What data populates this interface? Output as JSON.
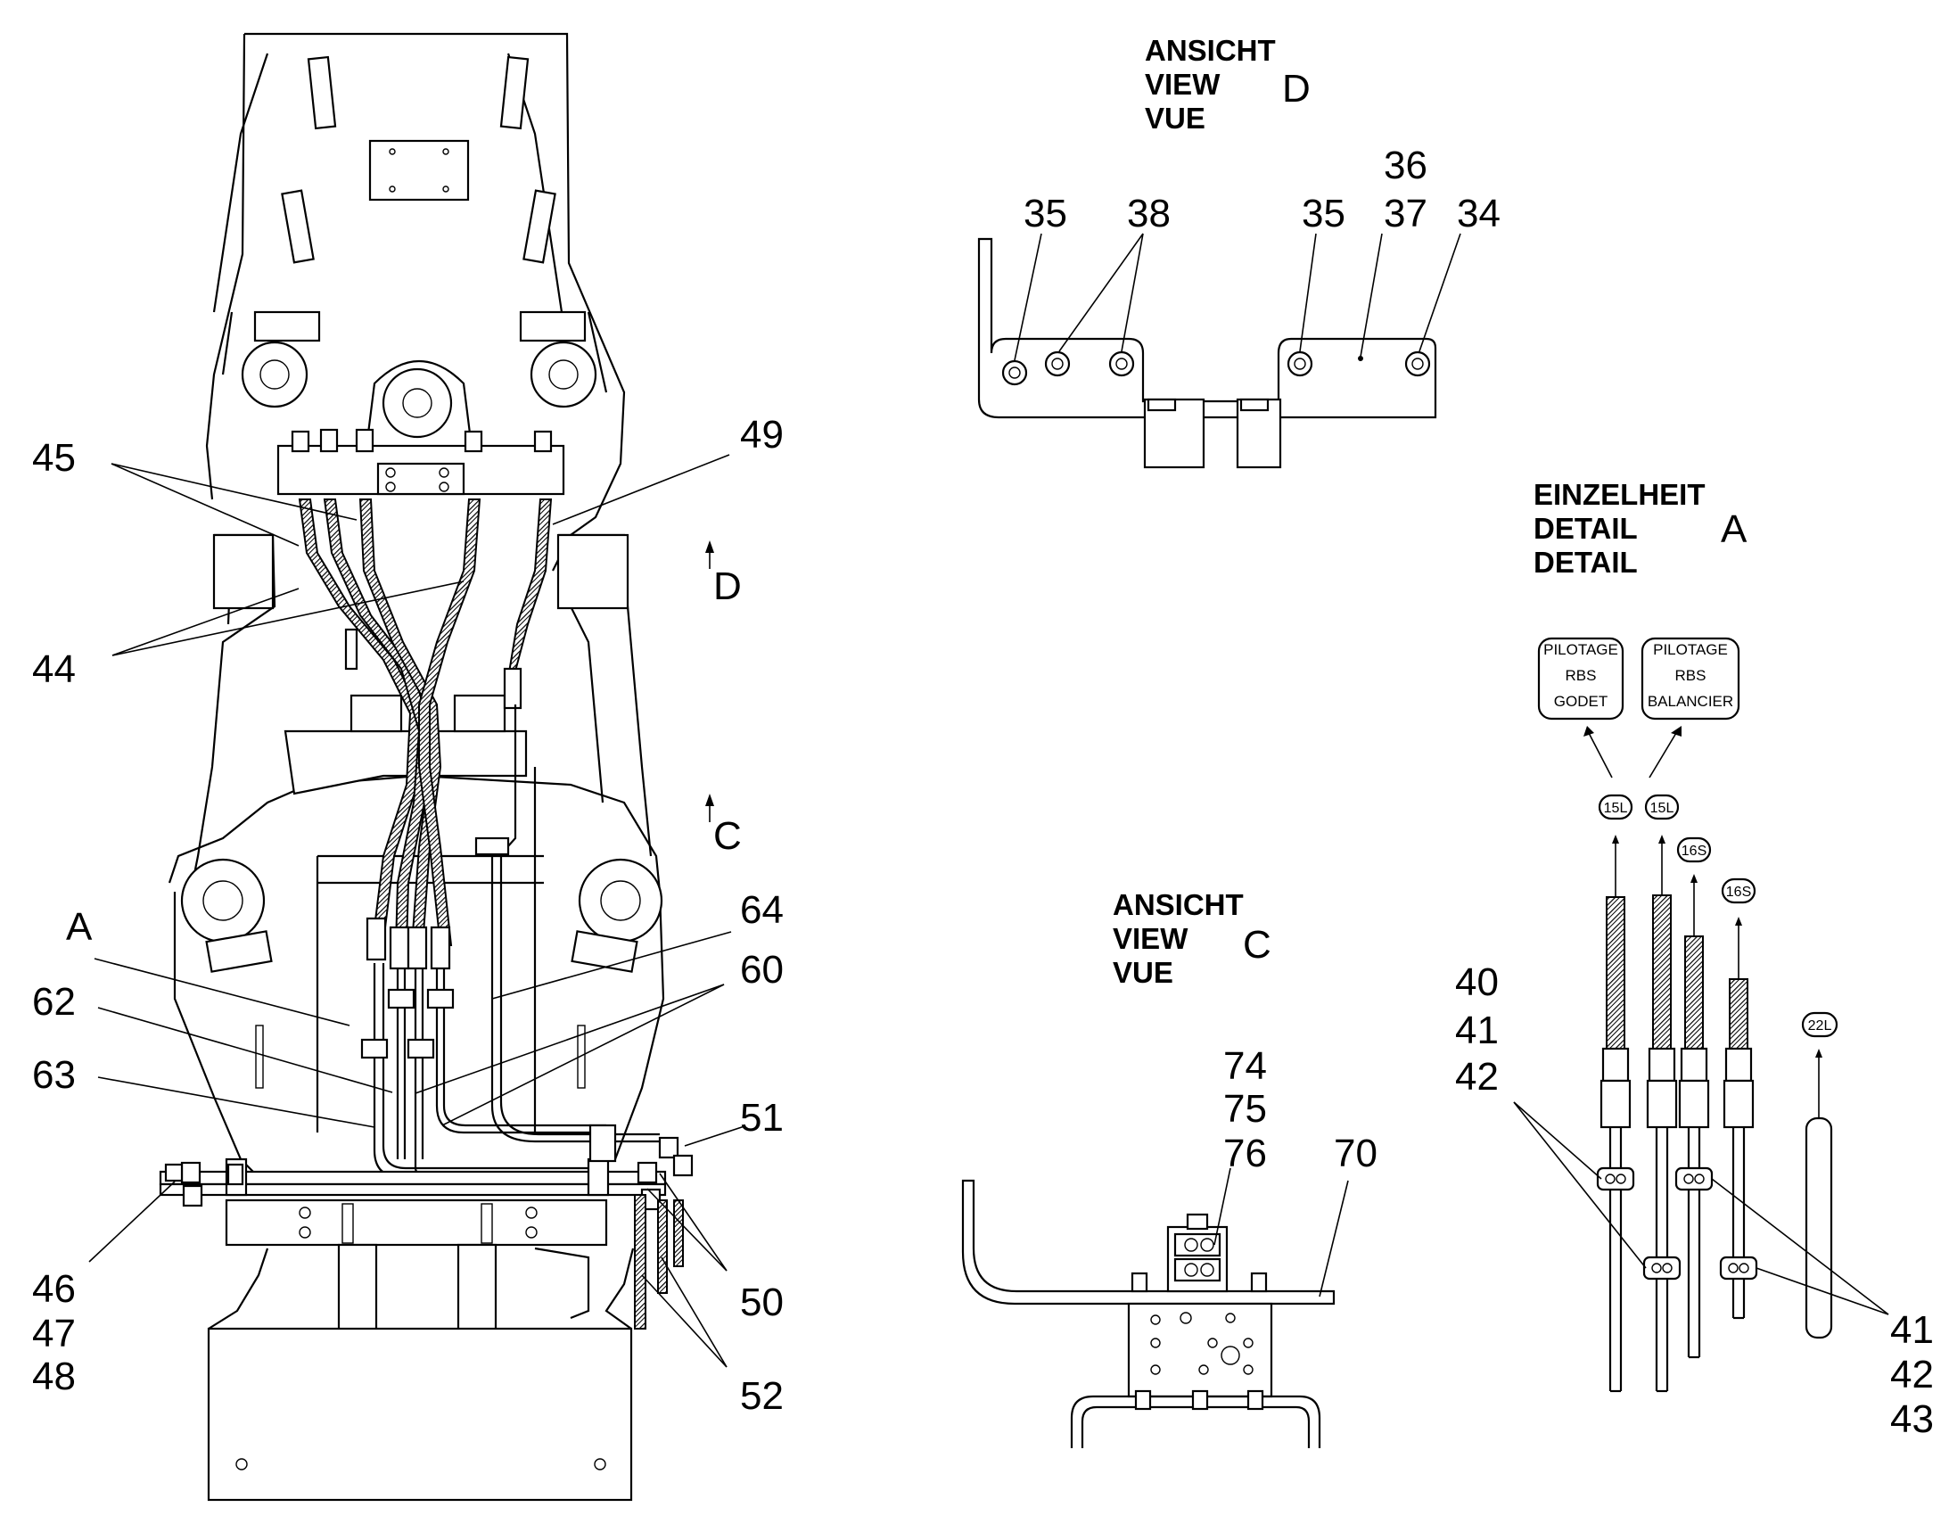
{
  "main_view": {
    "callouts": {
      "c45": "45",
      "c49": "49",
      "c44": "44",
      "cA": "A",
      "c64": "64",
      "c62": "62",
      "c60": "60",
      "c63": "63",
      "c51": "51",
      "c46": "46",
      "c47": "47",
      "c48": "48",
      "c50": "50",
      "c52": "52"
    },
    "arrow_d": "D",
    "arrow_c": "C"
  },
  "view_d": {
    "heading": [
      "ANSICHT",
      "VIEW",
      "VUE"
    ],
    "letter": "D",
    "callouts": {
      "c35a": "35",
      "c38": "38",
      "c35b": "35",
      "c36": "36",
      "c37": "37",
      "c34": "34"
    }
  },
  "view_c": {
    "heading": [
      "ANSICHT",
      "VIEW",
      "VUE"
    ],
    "letter": "C",
    "callouts": {
      "c74": "74",
      "c75": "75",
      "c76": "76",
      "c70": "70"
    }
  },
  "detail_a": {
    "heading": [
      "EINZELHEIT",
      "DETAIL",
      "DETAIL"
    ],
    "letter": "A",
    "box1": [
      "PILOTAGE",
      "RBS",
      "GODET"
    ],
    "box2": [
      "PILOTAGE",
      "RBS",
      "BALANCIER"
    ],
    "tags": [
      "15L",
      "15L",
      "16S",
      "16S",
      "22L"
    ],
    "callouts_left": [
      "40",
      "41",
      "42"
    ],
    "callouts_right": [
      "41",
      "42",
      "43"
    ]
  }
}
